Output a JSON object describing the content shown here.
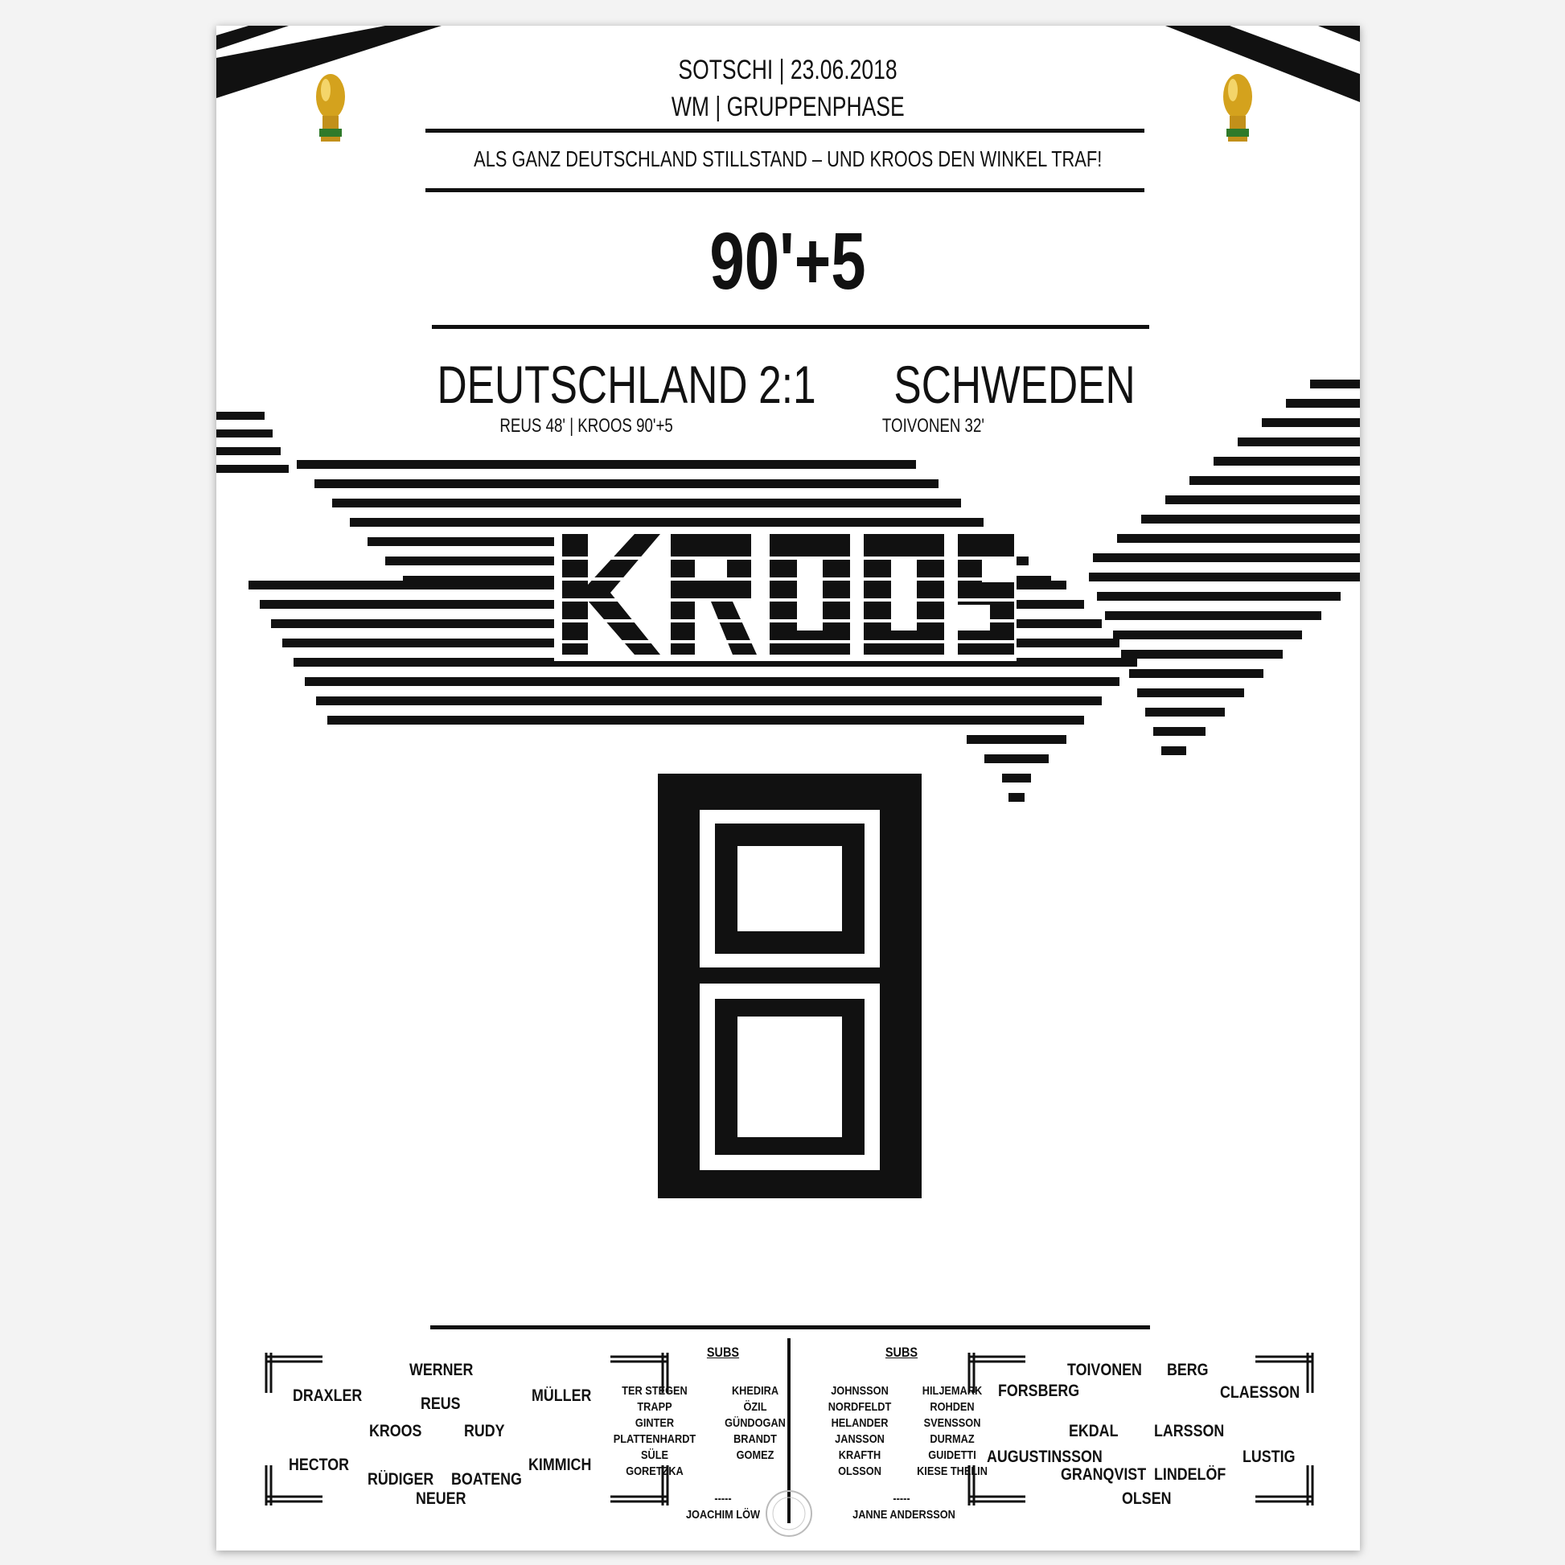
{
  "header": {
    "location_date": "SOTSCHI | 23.06.2018",
    "competition": "WM | GRUPPENPHASE",
    "tagline": "ALS GANZ DEUTSCHLAND STILLSTAND – UND KROOS DEN WINKEL TRAF!",
    "minute": "90'+5"
  },
  "match": {
    "home_team": "DEUTSCHLAND",
    "score": "2:1",
    "away_team": "SCHWEDEN",
    "home_scorers": "REUS 48'  |  KROOS 90'+5",
    "away_scorers": "TOIVONEN 32'"
  },
  "jersey": {
    "player_name": "KROOS",
    "number": "8",
    "stripe_color": "#111111",
    "trophy_icon": "world-cup-trophy-icon"
  },
  "home_lineup": {
    "players": [
      "WERNER",
      "DRAXLER",
      "REUS",
      "MÜLLER",
      "KROOS",
      "RUDY",
      "HECTOR",
      "KIMMICH",
      "RÜDIGER",
      "BOATENG",
      "NEUER"
    ],
    "subs_title": "SUBS",
    "subs_left": [
      "TER STEGEN",
      "TRAPP",
      "GINTER",
      "PLATTENHARDT",
      "SÜLE",
      "GORETZKA"
    ],
    "subs_right": [
      "KHEDIRA",
      "ÖZIL",
      "GÜNDOGAN",
      "BRANDT",
      "GOMEZ"
    ],
    "coach_dash": "-----",
    "coach": "JOACHIM LÖW"
  },
  "away_lineup": {
    "players": [
      "TOIVONEN",
      "BERG",
      "FORSBERG",
      "CLAESSON",
      "EKDAL",
      "LARSSON",
      "AUGUSTINSSON",
      "LUSTIG",
      "GRANQVIST",
      "LINDELÖF",
      "OLSEN"
    ],
    "subs_title": "SUBS",
    "subs_left": [
      "JOHNSSON",
      "NORDFELDT",
      "HELANDER",
      "JANSSON",
      "KRAFTH",
      "OLSSON"
    ],
    "subs_right": [
      "HILJEMARK",
      "ROHDEN",
      "SVENSSON",
      "DURMAZ",
      "GUIDETTI",
      "KIESE THELIN"
    ],
    "coach_dash": "-----",
    "coach": "JANNE ANDERSSON"
  }
}
